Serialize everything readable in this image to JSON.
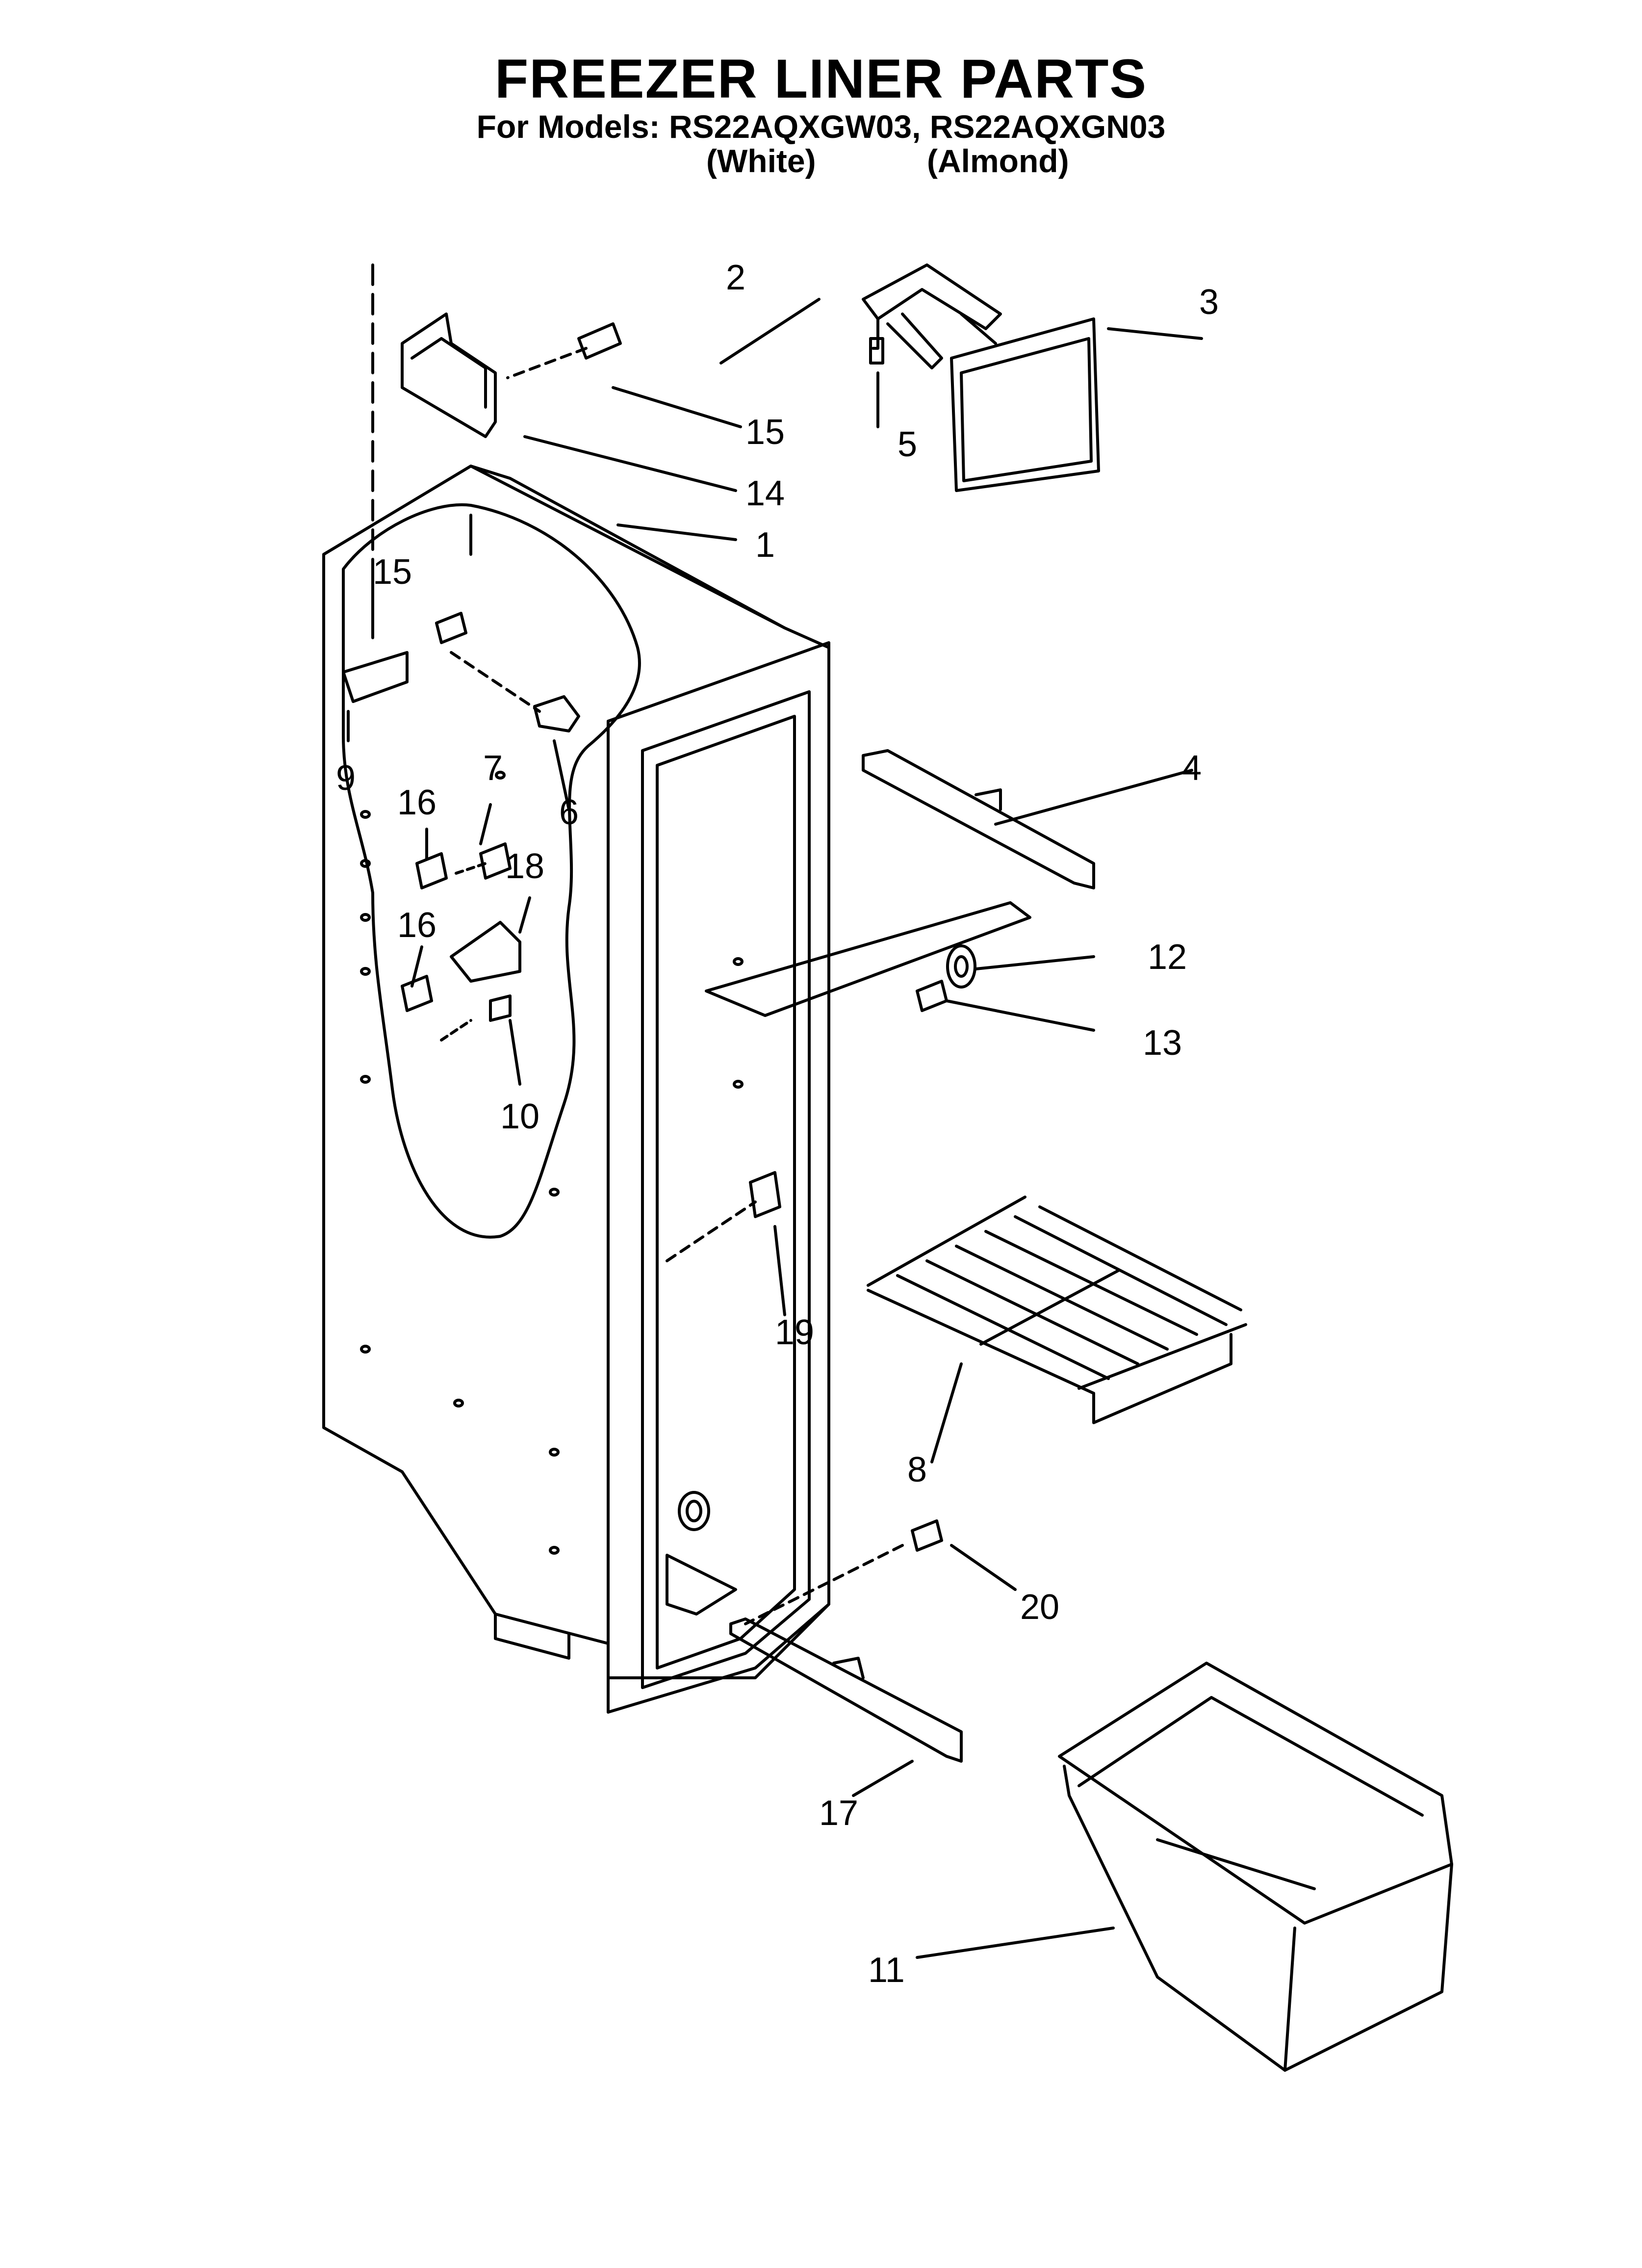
{
  "header": {
    "title": "FREEZER LINER PARTS",
    "models_line": "For Models: RS22AQXGW03, RS22AQXGN03",
    "variant_white": "(White)",
    "variant_almond": "(Almond)"
  },
  "callouts": [
    "1",
    "2",
    "3",
    "4",
    "5",
    "6",
    "7",
    "8",
    "9",
    "10",
    "11",
    "12",
    "13",
    "14",
    "15",
    "15",
    "16",
    "16",
    "17",
    "18",
    "19",
    "20"
  ]
}
